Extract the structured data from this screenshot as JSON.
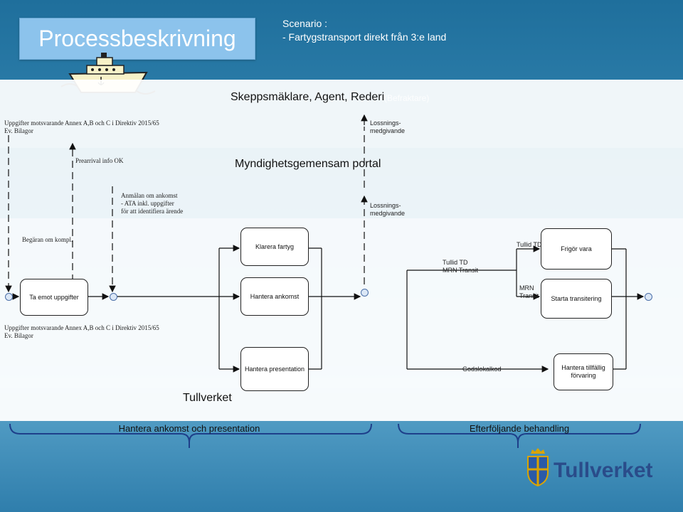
{
  "header": {
    "title": "Processbeskrivning",
    "scenario_line1": "Scenario :",
    "scenario_line2": "- Fartygstransport direkt från 3:e land"
  },
  "lanes": {
    "agent": {
      "title": "Skeppsmäklare, Agent, Rederi",
      "ghost_text": "(Befraktare)",
      "left_note_line1": "Uppgifter motsvarande Annex A,B och C i Direktiv 2015/65",
      "left_note_line2": "Ev. Bilagor",
      "lossnings_line1": "Lossnings-",
      "lossnings_line2": "medgivande"
    },
    "portal": {
      "title": "Myndighetsgemensam portal",
      "prearrival": "Prearrival info OK",
      "anmalan_line1": "Anmälan om ankomst",
      "anmalan_line2": "- ATA inkl. uppgifter",
      "anmalan_line3": "för att identifiera ärende",
      "lossnings_line1": "Lossnings-",
      "lossnings_line2": "medgivande"
    },
    "tullverket": {
      "title": "Tullverket",
      "begaran": "Begäran om kompl.",
      "left_note_line1": "Uppgifter motsvarande Annex A,B och C i Direktiv 2015/65",
      "left_note_line2": "Ev. Bilagor"
    }
  },
  "boxes": {
    "ta_emot": "Ta emot uppgifter",
    "klarera": "Klarera fartyg",
    "hantera_ankomst": "Hantera ankomst",
    "hantera_presentation": "Hantera presentation",
    "frigor_vara": "Frigör vara",
    "starta_transitering": "Starta transitering",
    "hantera_forvaring": "Hantera tillfällig förvaring"
  },
  "labels": {
    "tullid_td_1": "Tullid TD",
    "tullid_td_2_line1": "Tullid TD",
    "tullid_td_2_line2": "MRN Transit",
    "mrn_transit_line1": "MRN",
    "mrn_transit_line2": "Transit",
    "godslokalkod": "Godslokalkod"
  },
  "phases": {
    "phase1": "Hantera ankomst och presentation",
    "phase2": "Efterföljande behandling"
  },
  "logo": {
    "text": "Tullverket"
  },
  "colors": {
    "title_box": "#8cc3ec",
    "background": "#3a8cb8",
    "event_fill": "#dbe7f6",
    "event_stroke": "#4b6fa8",
    "phase_bracket": "#1e3f8a",
    "logo": "#2a4c8a"
  }
}
